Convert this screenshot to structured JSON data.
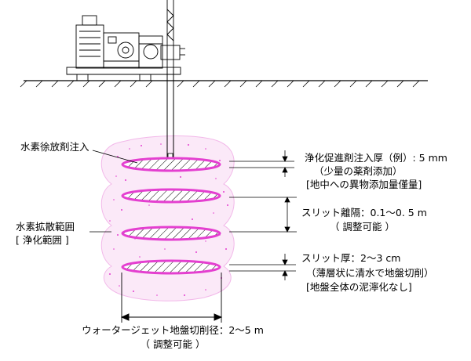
{
  "labels": {
    "hydrogen_injection": "水素徐放剤注入",
    "diffusion_range": "水素拡散範囲",
    "purification_range": "[ 浄化範囲 ]",
    "thickness_title": "浄化促進剤注入厚（例）: 5 mm",
    "thickness_note1": "（少量の薬剤添加）",
    "thickness_note2": "[地中への異物添加量僅量]",
    "slit_spacing": "スリット離隔：0.1〜0. 5 m",
    "slit_spacing_note": "（ 調整可能 ）",
    "slit_thickness": "スリット厚：2〜3 cm",
    "slit_thickness_note1": "（薄層状に清水で地盤切削）",
    "slit_thickness_note2": "[地盤全体の泥濘化なし]",
    "jet_diameter": "ウォータージェット地盤切削径：2〜5 m",
    "jet_diameter_note": "（ 調整可能 ）"
  },
  "colors": {
    "magenta": "#e43fd0",
    "magenta_light": "#f7d4f1",
    "line": "#000000"
  }
}
